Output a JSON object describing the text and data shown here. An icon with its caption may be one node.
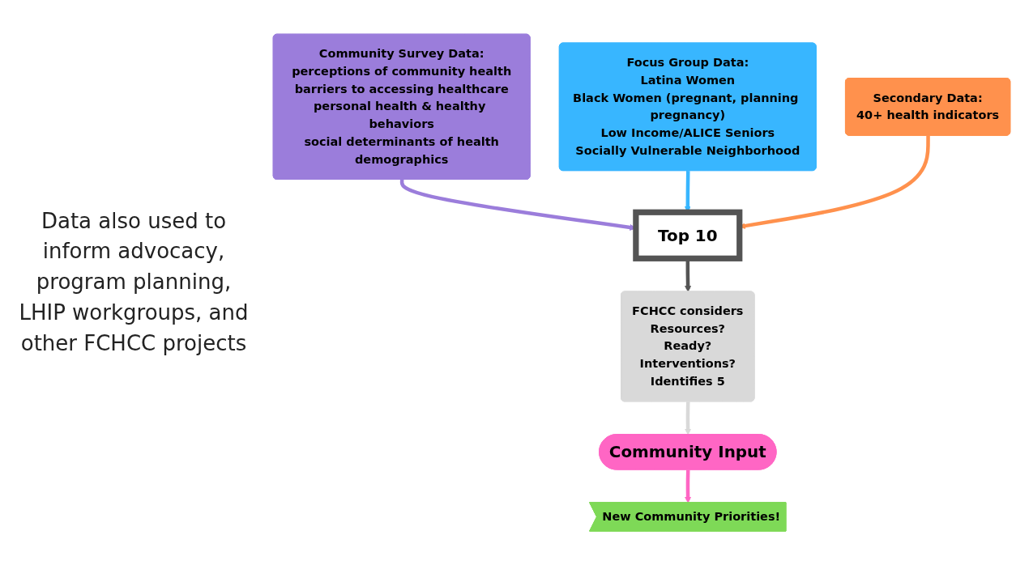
{
  "diagram": {
    "nodes": [
      {
        "text": [
          "Community Survey Data:",
          "perceptions of community health",
          "barriers to accessing healthcare",
          "personal health & healthy behaviors",
          "social determinants of health",
          "demographics"
        ]
      },
      {
        "text": [
          "Focus Group Data:",
          "Latina Women",
          "Black Women (pregnant, planning pregnancy)",
          "Low Income/ALICE Seniors",
          "Socially Vulnerable Neighborhood"
        ]
      },
      {
        "text": [
          "Secondary Data:",
          "40+ health indicators"
        ]
      },
      {
        "text": [
          "Top 10"
        ]
      },
      {
        "text": [
          "FCHCC considers",
          "Resources?",
          "Ready?",
          "Interventions?",
          "Identifies 5"
        ]
      },
      {
        "text": [
          "Community Input"
        ]
      },
      {
        "text": [
          "New Community Priorities!"
        ]
      }
    ],
    "edges": [
      {
        "from": 0,
        "to": 3,
        "arrow": "to",
        "color": "#9b7ddb"
      },
      {
        "from": 1,
        "to": 3,
        "arrow": "to",
        "color": "#38b6ff"
      },
      {
        "from": 2,
        "to": 3,
        "arrow": "to",
        "color": "#ff914d"
      },
      {
        "from": 3,
        "to": 4,
        "arrow": "to",
        "color": "#545454"
      },
      {
        "from": 4,
        "to": 5,
        "arrow": "to",
        "color": "#d9d9d9"
      },
      {
        "from": 5,
        "to": 6,
        "arrow": "to",
        "color": "#ff66c4"
      }
    ],
    "labels": [
      "Data also used to inform advocacy, program planning, LHIP workgroups, and other FCHCC projects"
    ]
  }
}
